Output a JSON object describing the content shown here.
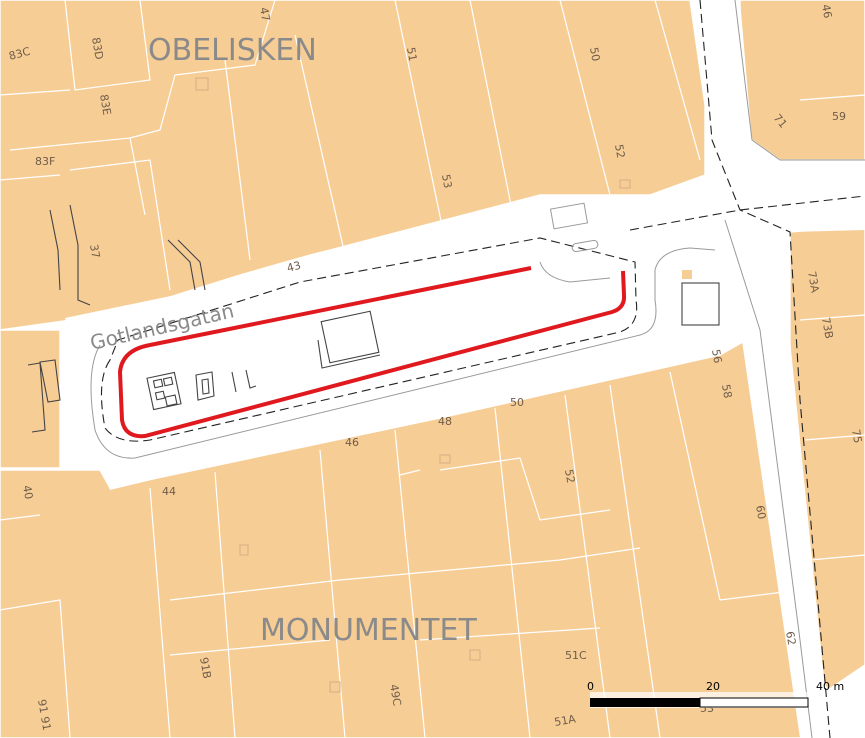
{
  "districts": {
    "north": "OBELISKEN",
    "south": "MONUMENTET"
  },
  "streets": {
    "main": "Gotlandsgatan"
  },
  "addresses": {
    "a83c": "83C",
    "a83d": "83D",
    "a83e": "83E",
    "a83f": "83F",
    "a47": "47",
    "a51_top": "51",
    "a50_top": "50",
    "a52_top": "52",
    "a53": "53",
    "a37": "37",
    "a43": "43",
    "a46_top": "46",
    "a71": "71",
    "a59": "59",
    "a73a": "73A",
    "a73b": "73B",
    "a75": "75",
    "a56": "56",
    "a58": "58",
    "a50": "50",
    "a48": "48",
    "a46": "46",
    "a52": "52",
    "a60": "60",
    "a62": "62",
    "a44": "44",
    "a40": "40",
    "a51c": "51C",
    "a91b": "91B",
    "a49c": "49C",
    "a9191": "91 91",
    "a51a": "51A",
    "a53_bottom": "53"
  },
  "scale_bar": {
    "label_0": "0",
    "label_20": "20",
    "label_40": "40 m"
  },
  "colors": {
    "block_fill": "#f7cd96",
    "road": "#ffffff",
    "highlight": "#e0191f",
    "label": "#8a8a8a"
  }
}
